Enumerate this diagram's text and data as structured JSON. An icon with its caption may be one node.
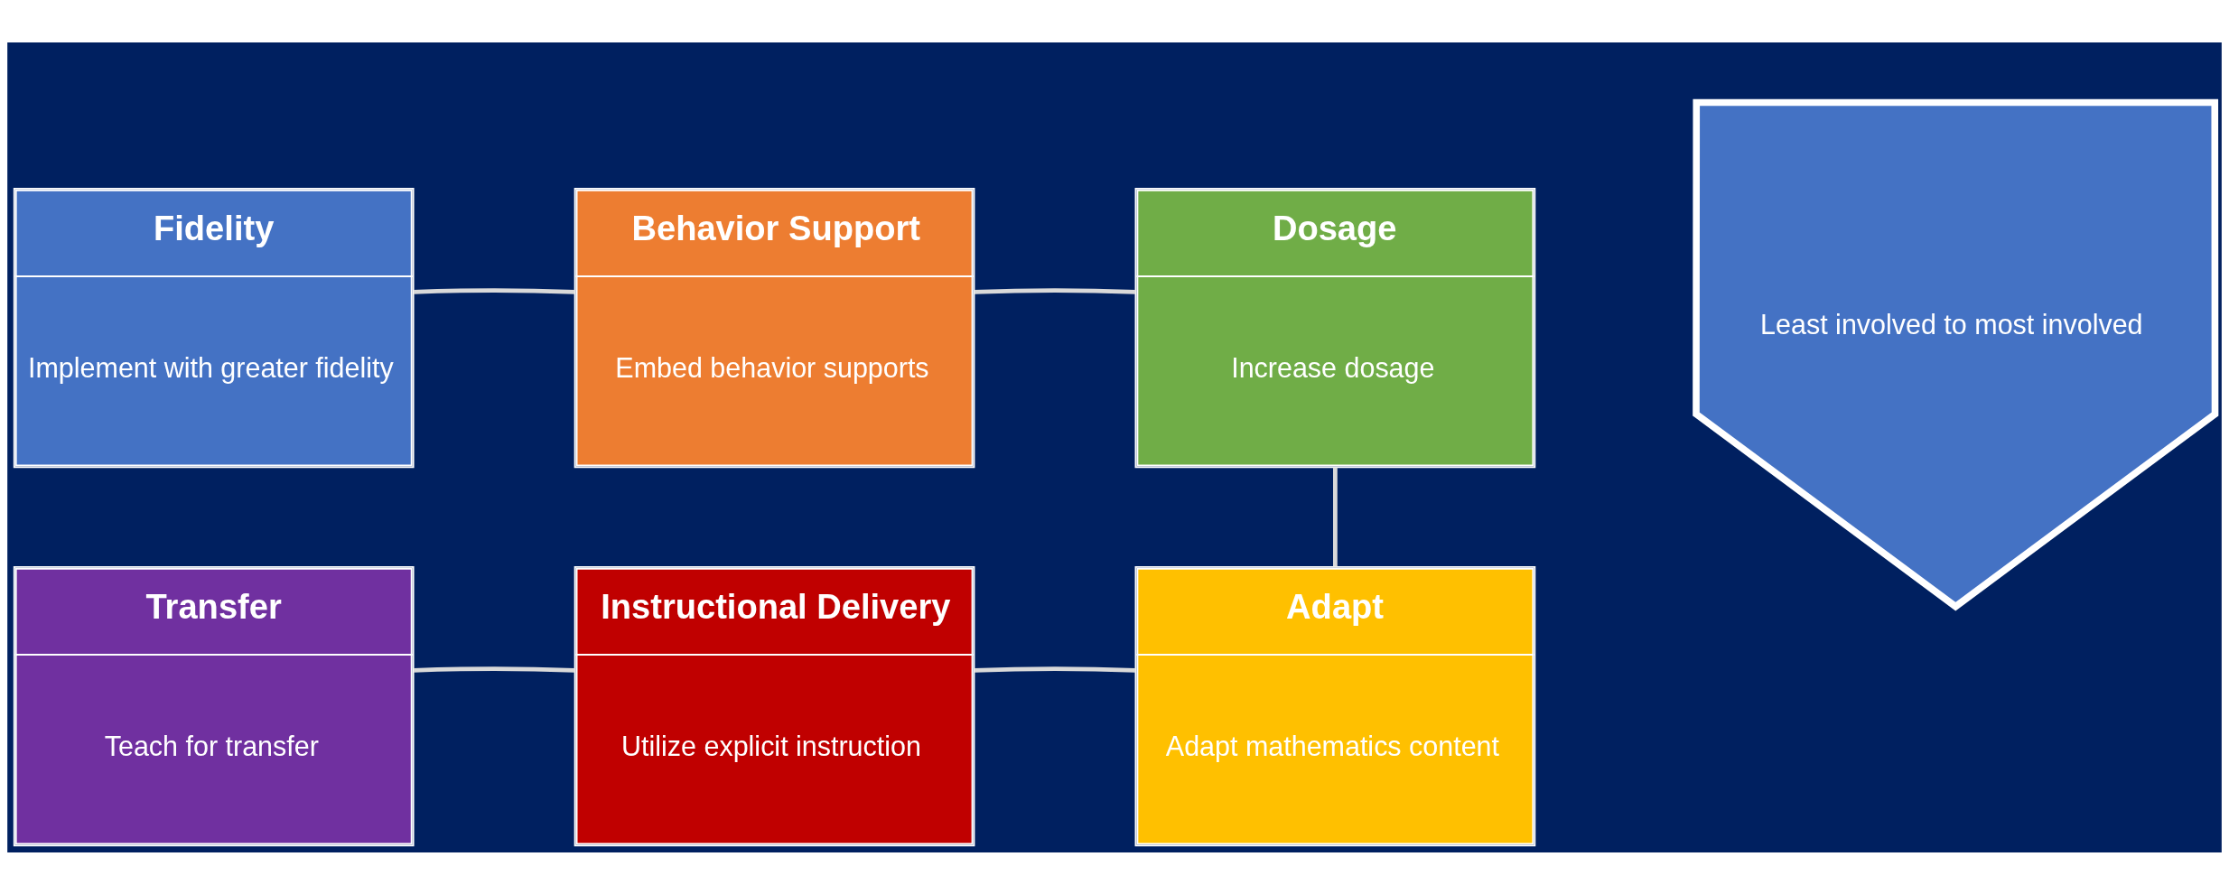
{
  "diagram": {
    "nodes": [
      {
        "text": [
          "Fidelity",
          "Implement with greater fidelity"
        ]
      },
      {
        "text": [
          "Behavior Support",
          "Embed behavior supports"
        ]
      },
      {
        "text": [
          "Dosage",
          "Increase dosage"
        ]
      },
      {
        "text": [
          "Transfer",
          "Teach for transfer"
        ]
      },
      {
        "text": [
          "Instructional Delivery",
          "Utilize explicit instruction"
        ]
      },
      {
        "text": [
          "Adapt",
          "Adapt mathematics content"
        ]
      },
      {
        "text": [
          "Least involved to most involved"
        ]
      }
    ],
    "edges": [
      {
        "from": 0,
        "to": 1,
        "arrow": "none"
      },
      {
        "from": 1,
        "to": 2,
        "arrow": "none"
      },
      {
        "from": 2,
        "to": 5,
        "arrow": "none"
      },
      {
        "from": 5,
        "to": 4,
        "arrow": "none"
      },
      {
        "from": 4,
        "to": 3,
        "arrow": "none"
      }
    ]
  }
}
